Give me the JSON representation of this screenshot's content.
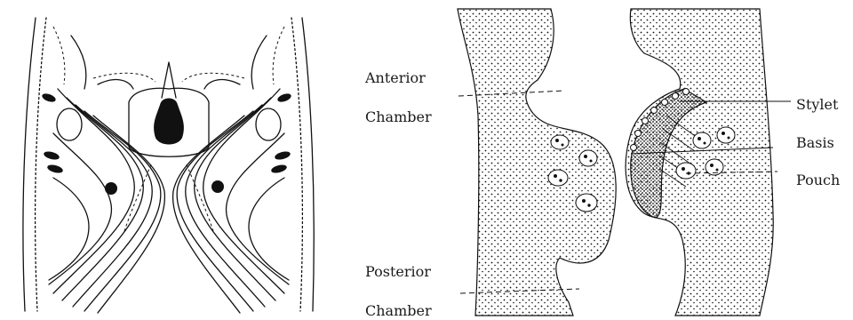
{
  "labels": {
    "anterior": "Anterior",
    "anterior_chamber": "Chamber",
    "posterior": "Posterior",
    "posterior_chamber": "Chamber",
    "stylet": "Stylet",
    "basis": "Basis",
    "pouch": "Pouch"
  },
  "colors": {
    "ink": "#111111",
    "paper": "#ffffff"
  }
}
